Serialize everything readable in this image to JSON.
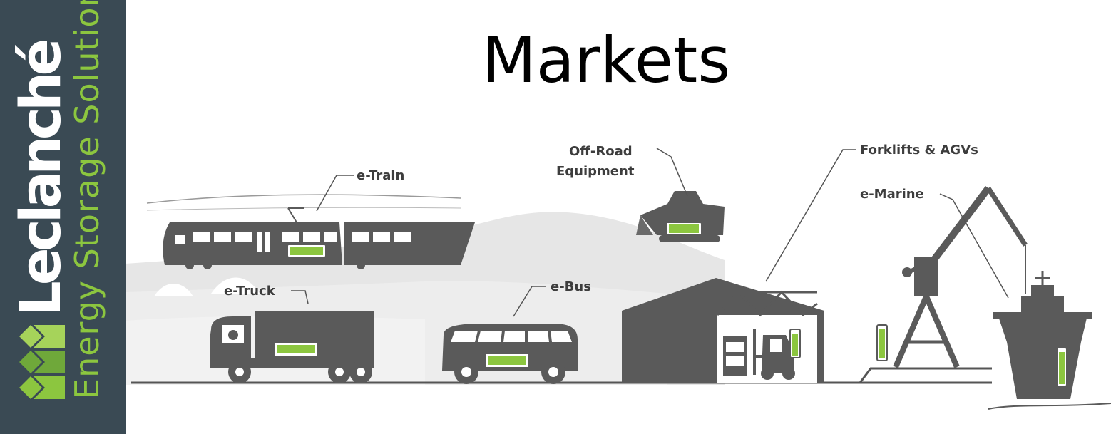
{
  "slide": {
    "title": "Markets"
  },
  "brand": {
    "name": "Leclanché",
    "tagline": "Energy Storage Solutions",
    "accent": "#8cc63f",
    "panel": "#3a4a54"
  },
  "markets": {
    "train": "e-Train",
    "offroad_line1": "Off-Road",
    "offroad_line2": "Equipment",
    "forklifts": "Forklifts & AGVs",
    "marine": "e-Marine",
    "truck": "e-Truck",
    "bus": "e-Bus"
  },
  "colors": {
    "vehicle": "#5a5a5a",
    "battery": "#8cc63f",
    "hills": "#e3e3e3"
  }
}
